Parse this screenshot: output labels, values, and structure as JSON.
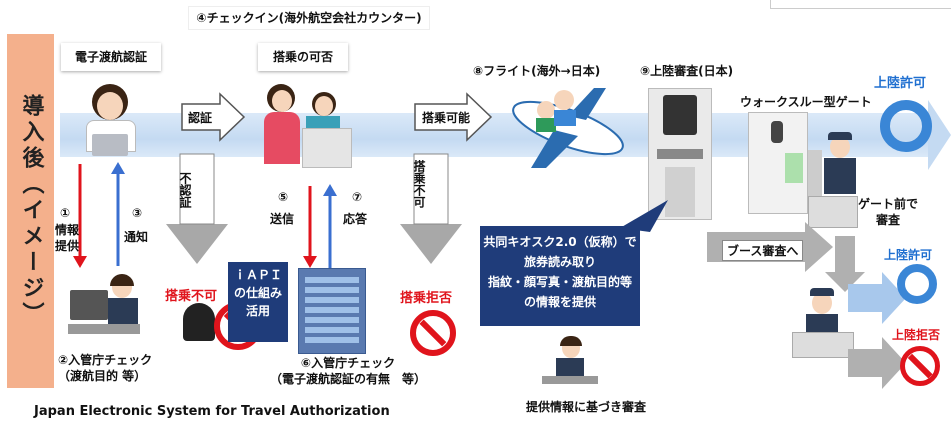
{
  "side_label": "導入後（イメージ）",
  "step4_label": "④チェックイン(海外航空会社カウンター)",
  "step9_label": "⑨上陸審査(日本)",
  "step8_label": "⑧フライト(海外→日本)",
  "eta_label": "電子渡航認証",
  "boarding_check_label": "搭乗の可否",
  "auth_label": "認証",
  "not_auth_label": "不認証",
  "boarding_ok_label": "搭乗可能",
  "boarding_ng_label": "搭乗不可",
  "step1_num": "①",
  "step1_text": "情報提供",
  "step3_num": "③",
  "step3_text": "通知",
  "step5_num": "⑤",
  "step5_text": "送信",
  "step7_num": "⑦",
  "step7_text": "応答",
  "no_board_label": "搭乗不可",
  "board_refused_label": "搭乗拒否",
  "iapi_text": "ｉＡＰＩ\nの仕組み\n活用",
  "step2_text": "②入管庁チェック\n（渡航目的 等）",
  "step6_text": "⑥入管庁チェック\n（電子渡航認証の有無　等）",
  "kiosk_text": "共同キオスク2.0（仮称）で\n旅券読み取り\n指紋・顔写真・渡航目的等\nの情報を提供",
  "kiosk_review_label": "提供情報に基づき審査",
  "walkthrough_label": "ウォークスルー型ゲート",
  "landing_ok_label": "上陸許可",
  "gate_review_label": "ゲート前で\n審査",
  "booth_label": "ブース審査へ",
  "landing_ok_label2": "上陸許可",
  "landing_ng_label": "上陸拒否",
  "footer": "Japan Electronic System for Travel Authorization"
}
